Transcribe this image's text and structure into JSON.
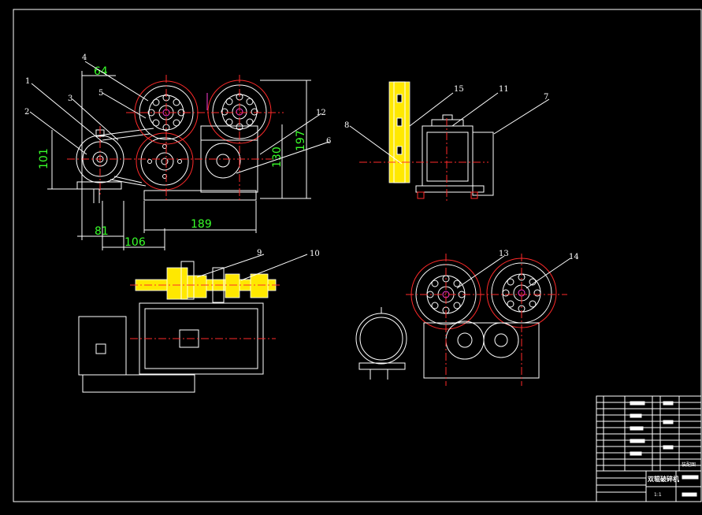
{
  "dimensions": {
    "d64": "64",
    "d101": "101",
    "d197": "197",
    "d130": "130",
    "d189": "189",
    "d81": "81",
    "d106": "106"
  },
  "part_labels": {
    "p1": "1",
    "p2": "2",
    "p3": "3",
    "p4": "4",
    "p5": "5",
    "p6": "6",
    "p7": "7",
    "p8": "8",
    "p9": "9",
    "p10": "10",
    "p11": "11",
    "p12": "12",
    "p13": "13",
    "p14": "14",
    "p15": "15"
  },
  "title_block": {
    "main_text": "双辊破碎机",
    "drawing_label": "装配图",
    "scale": "1:1"
  },
  "colors": {
    "background": "#000000",
    "outline": "#ffffff",
    "centerline": "#ff2a2a",
    "dimension_text": "#39ff2a",
    "highlight": "#ffe800"
  }
}
